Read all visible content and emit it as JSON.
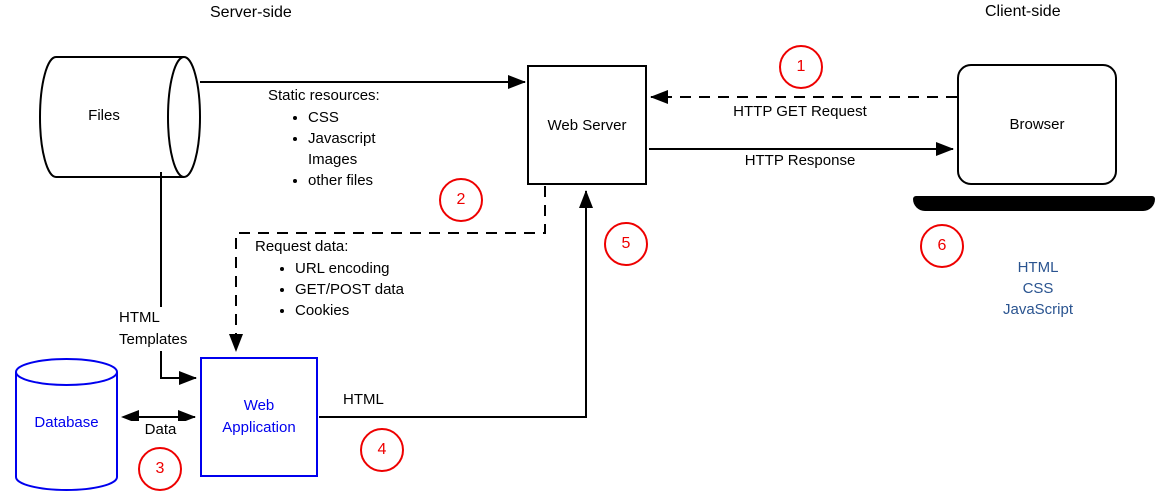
{
  "regions": {
    "server_side": "Server-side",
    "client_side": "Client-side"
  },
  "nodes": {
    "files": {
      "label": "Files",
      "shape": "horizontal-cylinder"
    },
    "web_server": {
      "label": "Web Server",
      "shape": "rectangle"
    },
    "browser": {
      "label": "Browser",
      "shape": "rounded-rectangle"
    },
    "database": {
      "label": "Database",
      "shape": "cylinder"
    },
    "web_application": {
      "label": "Web\nApplication",
      "shape": "rectangle"
    }
  },
  "edges": {
    "static_resources": {
      "from": "files",
      "to": "web_server",
      "style": "solid",
      "title": "Static resources:",
      "items": [
        "CSS",
        "Javascript",
        "Images",
        "other files"
      ]
    },
    "http_get_request": {
      "from": "browser",
      "to": "web_server",
      "style": "dashed",
      "label": "HTTP GET Request"
    },
    "http_response": {
      "from": "web_server",
      "to": "browser",
      "style": "solid",
      "label": "HTTP Response"
    },
    "request_data": {
      "from": "web_server",
      "to": "web_application",
      "style": "dashed",
      "title": "Request data:",
      "items": [
        "URL encoding",
        "GET/POST data",
        "Cookies"
      ]
    },
    "html_templates": {
      "from": "files",
      "to": "web_application",
      "style": "solid",
      "label": "HTML\nTemplates"
    },
    "data": {
      "from": "database",
      "to": "web_application",
      "style": "solid-double-arrow",
      "label": "Data"
    },
    "html": {
      "from": "web_application",
      "to": "web_server",
      "style": "solid",
      "label": "HTML"
    }
  },
  "browser_output": {
    "label": "HTML\nCSS\nJavaScript"
  },
  "callouts": [
    "1",
    "2",
    "3",
    "4",
    "5",
    "6"
  ],
  "colors": {
    "line_black": "#000000",
    "shape_blue": "#0000ee",
    "callout_red": "#ee0000",
    "client_code_blue": "#2a5490",
    "background": "#ffffff"
  }
}
